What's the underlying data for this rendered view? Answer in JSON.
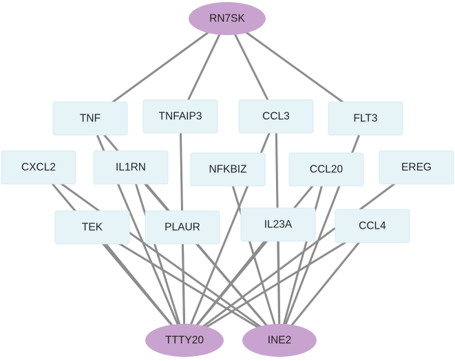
{
  "network": {
    "lncrna_nodes": [
      {
        "id": "RN7SK",
        "label": "RN7SK"
      },
      {
        "id": "TTTY20",
        "label": "TTTY20"
      },
      {
        "id": "INE2",
        "label": "INE2"
      }
    ],
    "gene_nodes": [
      {
        "id": "TNF",
        "label": "TNF"
      },
      {
        "id": "TNFAIP3",
        "label": "TNFAIP3"
      },
      {
        "id": "CCL3",
        "label": "CCL3"
      },
      {
        "id": "FLT3",
        "label": "FLT3"
      },
      {
        "id": "CXCL2",
        "label": "CXCL2"
      },
      {
        "id": "IL1RN",
        "label": "IL1RN"
      },
      {
        "id": "NFKBIZ",
        "label": "NFKBIZ"
      },
      {
        "id": "CCL20",
        "label": "CCL20"
      },
      {
        "id": "EREG",
        "label": "EREG"
      },
      {
        "id": "TEK",
        "label": "TEK"
      },
      {
        "id": "PLAUR",
        "label": "PLAUR"
      },
      {
        "id": "IL23A",
        "label": "IL23A"
      },
      {
        "id": "CCL4",
        "label": "CCL4"
      }
    ],
    "edges": [
      [
        "RN7SK",
        "TNF"
      ],
      [
        "RN7SK",
        "TNFAIP3"
      ],
      [
        "RN7SK",
        "CCL3"
      ],
      [
        "RN7SK",
        "FLT3"
      ],
      [
        "TTTY20",
        "TNF"
      ],
      [
        "TTTY20",
        "TNFAIP3"
      ],
      [
        "TTTY20",
        "CCL3"
      ],
      [
        "TTTY20",
        "CXCL2"
      ],
      [
        "TTTY20",
        "IL1RN"
      ],
      [
        "TTTY20",
        "CCL20"
      ],
      [
        "TTTY20",
        "EREG"
      ],
      [
        "TTTY20",
        "TEK"
      ],
      [
        "TTTY20",
        "PLAUR"
      ],
      [
        "TTTY20",
        "IL23A"
      ],
      [
        "TTTY20",
        "CCL4"
      ],
      [
        "INE2",
        "TNF"
      ],
      [
        "INE2",
        "CCL3"
      ],
      [
        "INE2",
        "FLT3"
      ],
      [
        "INE2",
        "CXCL2"
      ],
      [
        "INE2",
        "IL1RN"
      ],
      [
        "INE2",
        "NFKBIZ"
      ],
      [
        "INE2",
        "CCL20"
      ],
      [
        "INE2",
        "TEK"
      ],
      [
        "INE2",
        "PLAUR"
      ],
      [
        "INE2",
        "IL23A"
      ],
      [
        "INE2",
        "CCL4"
      ]
    ],
    "colors": {
      "gene_fill": "#e6f4f8",
      "lncrna_fill": "#c9a3cf",
      "edge": "#8c8c8c",
      "text": "#222222"
    }
  }
}
